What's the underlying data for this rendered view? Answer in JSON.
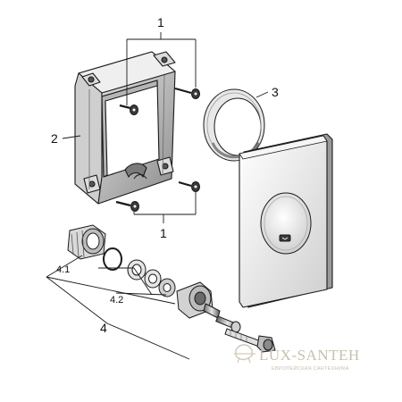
{
  "callouts": {
    "screws_top": "1",
    "screws_bottom": "1",
    "frame": "2",
    "ring": "3",
    "valve_assembly": "4",
    "sub_4_1": "4.1",
    "sub_4_2": "4.2"
  },
  "watermark": {
    "brand": "LUX-SANTEH",
    "tagline": "ЕВРОПЕЙСКАЯ САНТЕХНИКА"
  },
  "colors": {
    "line": "#1a1a1a",
    "shade_dark": "#3a3a3a",
    "shade_mid": "#9a9a9a",
    "shade_light": "#d9d9d9",
    "watermark": "#c9c0ad"
  }
}
